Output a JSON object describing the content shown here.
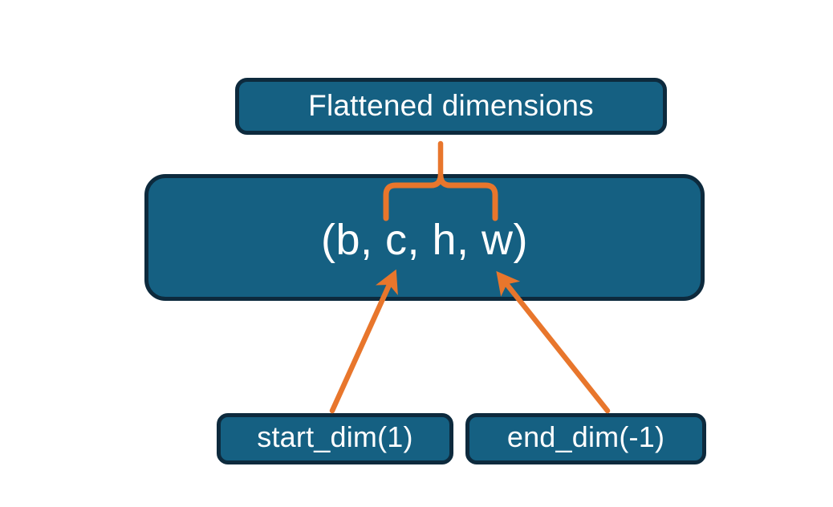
{
  "diagram": {
    "title_box": {
      "label": "Flattened dimensions"
    },
    "shape_box": {
      "label": "(b, c, h, w)"
    },
    "start_dim_box": {
      "label": "start_dim(1)"
    },
    "end_dim_box": {
      "label": "end_dim(-1)"
    },
    "colors": {
      "box_fill": "#156082",
      "box_border": "#0d2a3d",
      "box_text": "#ffffff",
      "annotation": "#e8762c",
      "background": "#ffffff"
    },
    "annotations": {
      "brace_name": "flattened-range-brace",
      "left_arrow_name": "start-dim-arrow",
      "right_arrow_name": "end-dim-arrow"
    }
  }
}
